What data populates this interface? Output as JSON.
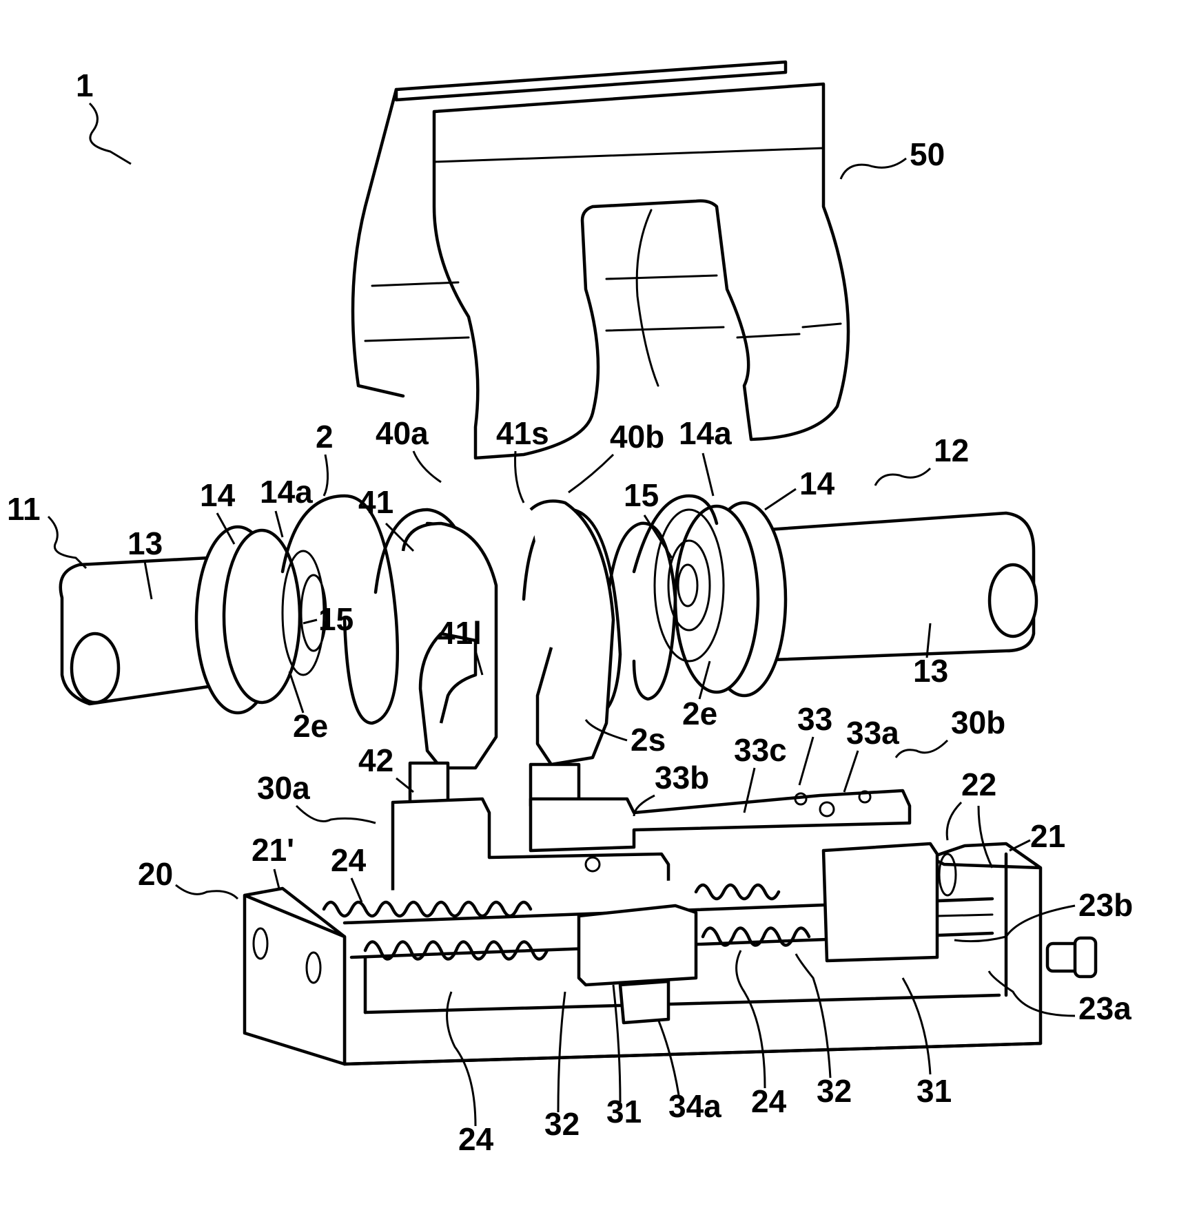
{
  "figure": {
    "labels": {
      "n1": "1",
      "n50": "50",
      "n12": "12",
      "n11": "11",
      "n13a": "13",
      "n13b": "13",
      "n14a_left": "14",
      "n14a_right": "14",
      "n14a1": "14a",
      "n14a2": "14a",
      "n2": "2",
      "n40a": "40a",
      "n41s": "41s",
      "n40b": "40b",
      "n41": "41",
      "n15a": "15",
      "n15b": "15",
      "n41l": "41l",
      "n2e_left": "2e",
      "n2e_right": "2e",
      "n2s": "2s",
      "n33": "33",
      "n33a": "33a",
      "n30b": "30b",
      "n33c": "33c",
      "n42": "42",
      "n33b": "33b",
      "n30a": "30a",
      "n22": "22",
      "n21": "21",
      "n21p": "21'",
      "n24a": "24",
      "n20": "20",
      "n23b": "23b",
      "n23a": "23a",
      "n24b": "24",
      "n32a": "32",
      "n31a": "31",
      "n34a": "34a",
      "n24c": "24",
      "n32b": "32",
      "n31b": "31"
    }
  }
}
